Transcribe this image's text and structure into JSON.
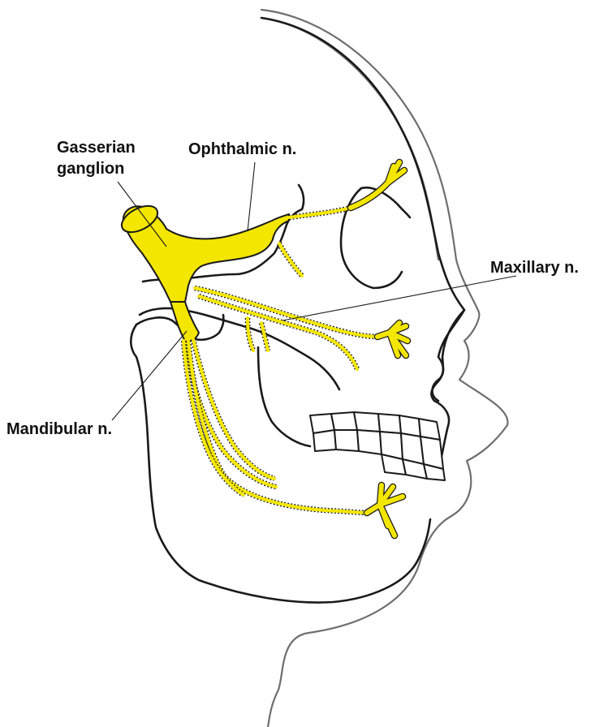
{
  "labels": {
    "gasserian_line1": "Gasserian",
    "gasserian_line2": "ganglion",
    "ophthalmic": "Ophthalmic n.",
    "maxillary": "Maxillary n.",
    "mandibular": "Mandibular n."
  },
  "colors": {
    "nerve": "#f3e600",
    "outline": "#1a1a1a",
    "skin": "#6e6e6e",
    "background": "#ffffff"
  }
}
